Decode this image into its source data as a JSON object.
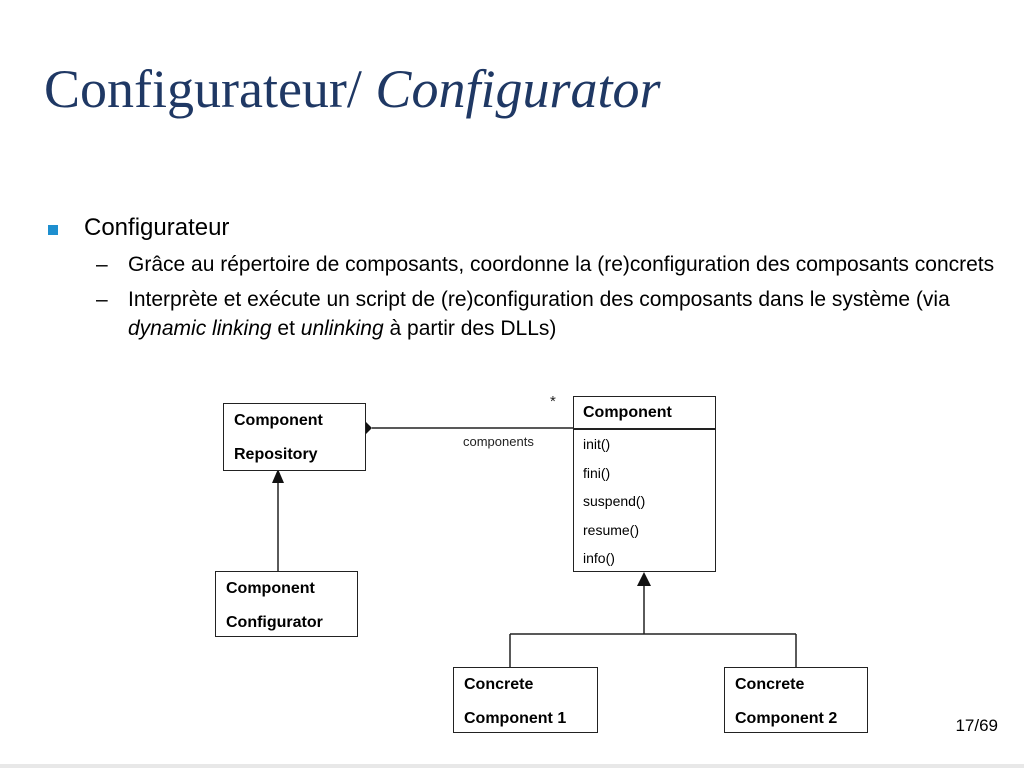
{
  "slide": {
    "title_main": "Configurateur/",
    "title_italic": "Configurator",
    "page_number": "17/69"
  },
  "bullets": {
    "level1": "Configurateur",
    "items": [
      {
        "text": "Grâce au répertoire de composants, coordonne la (re)configuration des composants concrets"
      },
      {
        "text_before": "Interprète et exécute un script de (re)configuration des composants dans le système (via ",
        "italic1": "dynamic linking",
        "mid": " et ",
        "italic2": "unlinking",
        "text_after": " à partir des DLLs)"
      }
    ]
  },
  "diagram": {
    "repository": {
      "line1": "Component",
      "line2": "Repository"
    },
    "configurator": {
      "line1": "Component",
      "line2": "Configurator"
    },
    "component": {
      "name": "Component",
      "methods": [
        "init()",
        "fini()",
        "suspend()",
        "resume()",
        "info()"
      ]
    },
    "concrete1": {
      "line1": "Concrete",
      "line2": "Component 1"
    },
    "concrete2": {
      "line1": "Concrete",
      "line2": "Component 2"
    },
    "assoc_label": "components",
    "multiplicity": "*"
  }
}
